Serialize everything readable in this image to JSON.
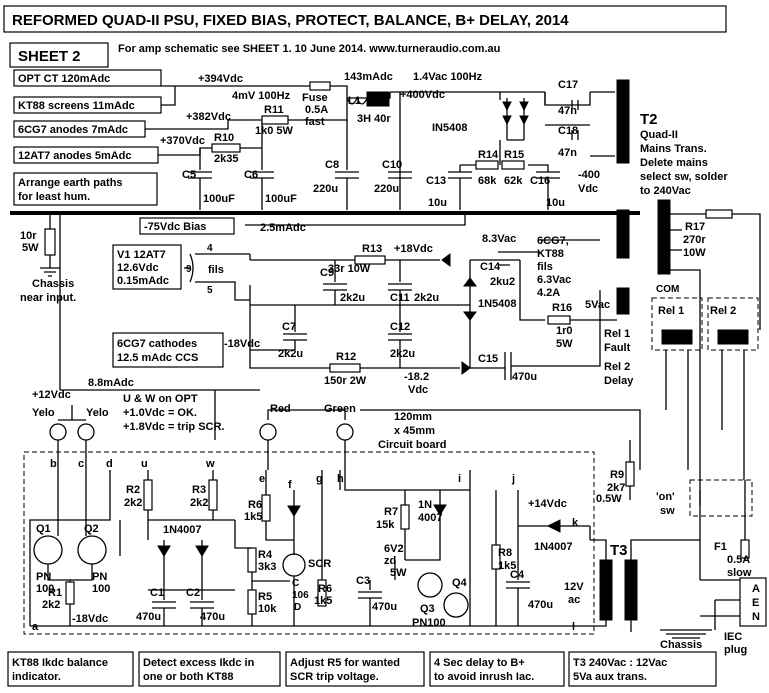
{
  "title": "REFORMED QUAD-II PSU, FIXED BIAS, PROTECT, BALANCE, B+ DELAY, 2014",
  "sheet_label": "SHEET 2",
  "subtitle": "For amp schematic see SHEET 1.  10 June 2014.  www.turneraudio.com.au",
  "supply_labels": {
    "opt_ct": "OPT CT 120mAdc",
    "kt88_screens": "KT88 screens 11mAdc",
    "anodes_6cg7": "6CG7 anodes 7mAdc",
    "anodes_12at7": "12AT7 anodes 5mAdc",
    "earth_note_1": "Arrange earth paths",
    "earth_note_2": "for least hum.",
    "v394": "+394Vdc",
    "v382": "+382Vdc",
    "v370": "+370Vdc",
    "ripple": "4mV 100Hz",
    "i143": "143mAdc",
    "ac14": "1.4Vac 100Hz",
    "v400": "+400Vdc"
  },
  "parts": {
    "fuse1": "Fuse",
    "fuse1_val": "0.5A",
    "fuse1_type": "fast",
    "l1": "L1",
    "l1_val": "3H 40r",
    "r11": "R11",
    "r11_val": "1k0 5W",
    "r10": "R10",
    "r10_val": "2k35",
    "c5": "C5",
    "c5_val": "100uF",
    "c6": "C6",
    "c6_val": "100uF",
    "c8": "C8",
    "c8_val": "220u",
    "c10": "C10",
    "c10_val": "220u",
    "c13": "C13",
    "c13_val": "10u",
    "r14": "R14",
    "r14_val": "68k",
    "r15": "R15",
    "r15_val": "62k",
    "c16": "C16",
    "c16_val": "10u",
    "v_neg400": "-400",
    "vdc": "Vdc",
    "c17": "C17",
    "c17_val": "47n",
    "c18": "C18",
    "c18_val": "47n",
    "diodes": "IN5408",
    "t2": "T2",
    "t2_1": "Quad-II",
    "t2_2": "Mains Trans.",
    "t2_3": "Delete mains",
    "t2_4": "select sw, solder",
    "t2_5": "to 240Vac",
    "r17": "R17",
    "r17_val": "270r",
    "r17_w": "10W",
    "bias": "-75Vdc Bias",
    "bias_i": "2.5mAdc",
    "r_chassis": "10r",
    "r_chassis_w": "5W",
    "chassis_note_1": "Chassis",
    "chassis_note_2": "near input.",
    "v1_1": "V1 12AT7",
    "v1_2": "12.6Vdc",
    "v1_3": "0.15mAdc",
    "pin4": "4",
    "pin9": "9",
    "pin5": "5",
    "fils": "fils",
    "r13": "R13",
    "r13_val": "33r 10W",
    "v18": "+18Vdc",
    "c9": "C9",
    "c9_val": "2k2u",
    "c11": "C11",
    "c11_val": "2k2u",
    "ac83": "8.3Vac",
    "c14": "C14",
    "c14_val": "2ku2",
    "d_1n5408": "1N5408",
    "fil_1": "6CG7,",
    "fil_2": "KT88",
    "fil_3": "fils",
    "fil_4": "6.3Vac",
    "fil_5": "4.2A",
    "r16": "R16",
    "r16_val": "1r0",
    "r16_w": "5W",
    "v5ac": "5Vac",
    "com": "COM",
    "rel1": "Rel 1",
    "rel2": "Rel 2",
    "rel1_f": "Rel 1",
    "rel1_f2": "Fault",
    "rel2_d": "Rel 2",
    "rel2_d2": "Delay",
    "cath_1": "6CG7 cathodes",
    "cath_2": "12.5 mAdc CCS",
    "vm18": "-18Vdc",
    "c7": "C7",
    "c7_val": "2k2u",
    "c12": "C12",
    "c12_val": "2k2u",
    "r12": "R12",
    "r12_val": "150r 2W",
    "vm182": "-18.2",
    "vm182u": "Vdc",
    "c15": "C15",
    "c15_val": "470u",
    "i88": "8.8mAdc",
    "uw_1": "U & W on OPT",
    "uw_2": "+1.0Vdc = OK.",
    "uw_3": "+1.8Vdc = trip SCR.",
    "v12": "+12Vdc",
    "yelo": "Yelo",
    "red": "Red",
    "green": "Green",
    "board_1": "120mm",
    "board_2": "x 45mm",
    "board_3": "Circuit board",
    "q1": "Q1",
    "q1_t": "PN",
    "q1_v": "100",
    "q2": "Q2",
    "q2_t": "PN",
    "q2_v": "100",
    "r1": "R1",
    "r1_val": "2k2",
    "r2": "R2",
    "r2_val": "2k2",
    "r3": "R3",
    "r3_val": "2k2",
    "d1n4007": "1N4007",
    "r4": "R4",
    "r4_val": "3k3",
    "r5": "R5",
    "r5_val": "10k",
    "c1": "C1",
    "c1_val": "470u",
    "c2": "C2",
    "c2_val": "470u",
    "vm18b": "-18Vdc",
    "r6": "R6",
    "r6_val": "1k5",
    "scr": "SCR",
    "scr_c": "C",
    "scr_106": "106",
    "scr_d": "D",
    "r6b": "R6",
    "r6b_val": "1k5",
    "r7": "R7",
    "r7_val": "15k",
    "d1n": "1N",
    "d4007": "4007",
    "zd_1": "6V2",
    "zd_2": "zd",
    "zd_3": "5W",
    "c3": "C3",
    "c3_val": "470u",
    "q4": "Q4",
    "q3": "Q3",
    "q3_t": "PN100",
    "r8": "R8",
    "r8_val": "1k5",
    "v14": "+14Vdc",
    "d1n4007b": "1N4007",
    "c4": "C4",
    "c4_val": "470u",
    "v12ac": "12V",
    "ac": "ac",
    "r9": "R9",
    "r9_val": "2k7",
    "r9_w": "0.5W",
    "on": "'on'",
    "sw": "sw",
    "t3": "T3",
    "f1": "F1",
    "f1_val": "0.5A",
    "f1_type": "slow",
    "chassis": "Chassis",
    "iec_1": "IEC",
    "iec_2": "plug",
    "a": "A",
    "e": "E",
    "n": "N"
  },
  "nodes": [
    "b",
    "c",
    "d",
    "u",
    "w",
    "e",
    "f",
    "g",
    "h",
    "i",
    "j",
    "k",
    "a",
    "l"
  ],
  "notes": [
    {
      "line1": "KT88 Ikdc balance",
      "line2": "indicator."
    },
    {
      "line1": "Detect excess Ikdc in",
      "line2": "one or both KT88"
    },
    {
      "line1": "Adjust R5 for wanted",
      "line2": "SCR trip voltage."
    },
    {
      "line1": "4 Sec delay to B+",
      "line2": "to avoid inrush Iac."
    },
    {
      "line1": "T3 240Vac : 12Vac",
      "line2": "5Va aux trans."
    }
  ]
}
